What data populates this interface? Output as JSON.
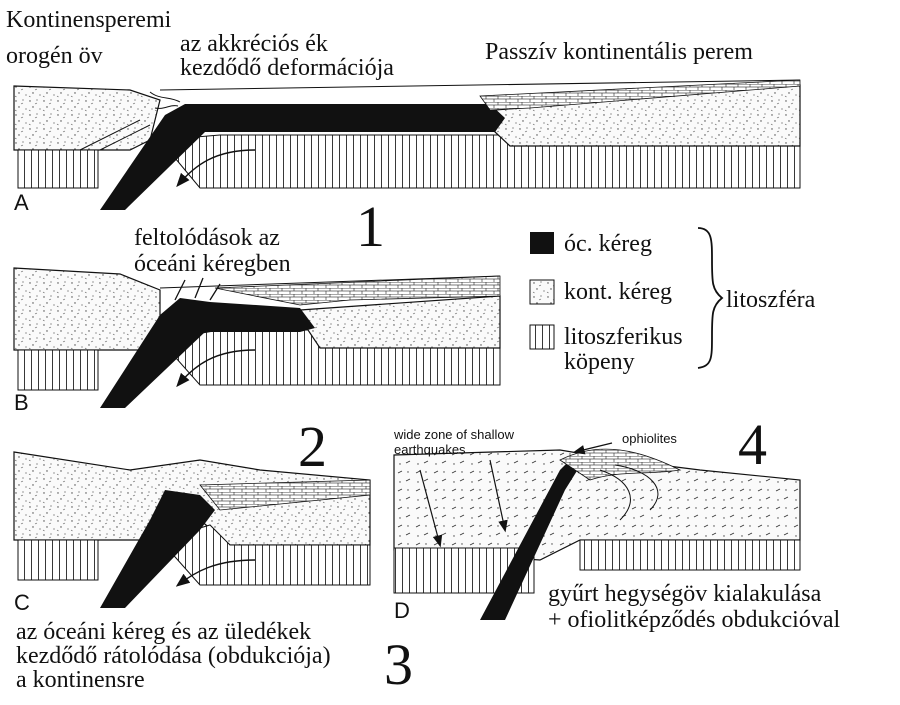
{
  "labels": {
    "kontinensperemi": "Kontinensperemi",
    "orogen_ov": "orogén öv",
    "akkrecios_ek": "az akkréciós ék",
    "kezdodo_deformacio": "kezdődő deformációja",
    "passziv_perem": "Passzív kontinentális perem",
    "feltolodasok_1": "feltolódások az",
    "feltolodasok_2": "óceáni kéregben",
    "obdukcio_1": "az óceáni kéreg és az üledékek",
    "obdukcio_2": "kezdődő rátolódása (obdukciója)",
    "obdukcio_3": "a kontinensre",
    "hegysegov_1": "gyűrt hegységöv kialakulása",
    "hegysegov_2": "+ ofiolitképződés obdukcióval",
    "wide_zone_1": "wide zone of shallow",
    "wide_zone_2": "earthquakes",
    "ophiolites": "ophiolites"
  },
  "panel_letters": [
    "A",
    "B",
    "C",
    "D"
  ],
  "stage_numbers": [
    "1",
    "2",
    "3",
    "4"
  ],
  "legend": {
    "items": [
      {
        "label": "óc. kéreg",
        "pattern": "solid-black"
      },
      {
        "label": "kont. kéreg",
        "pattern": "stipple"
      },
      {
        "label_lines": [
          "litoszferikus",
          "köpeny"
        ],
        "pattern": "vertical-lines"
      }
    ],
    "brace_label": "litoszféra"
  },
  "colors": {
    "ink": "#111111",
    "background": "#ffffff",
    "crust_fill": "#f3f3f3"
  }
}
